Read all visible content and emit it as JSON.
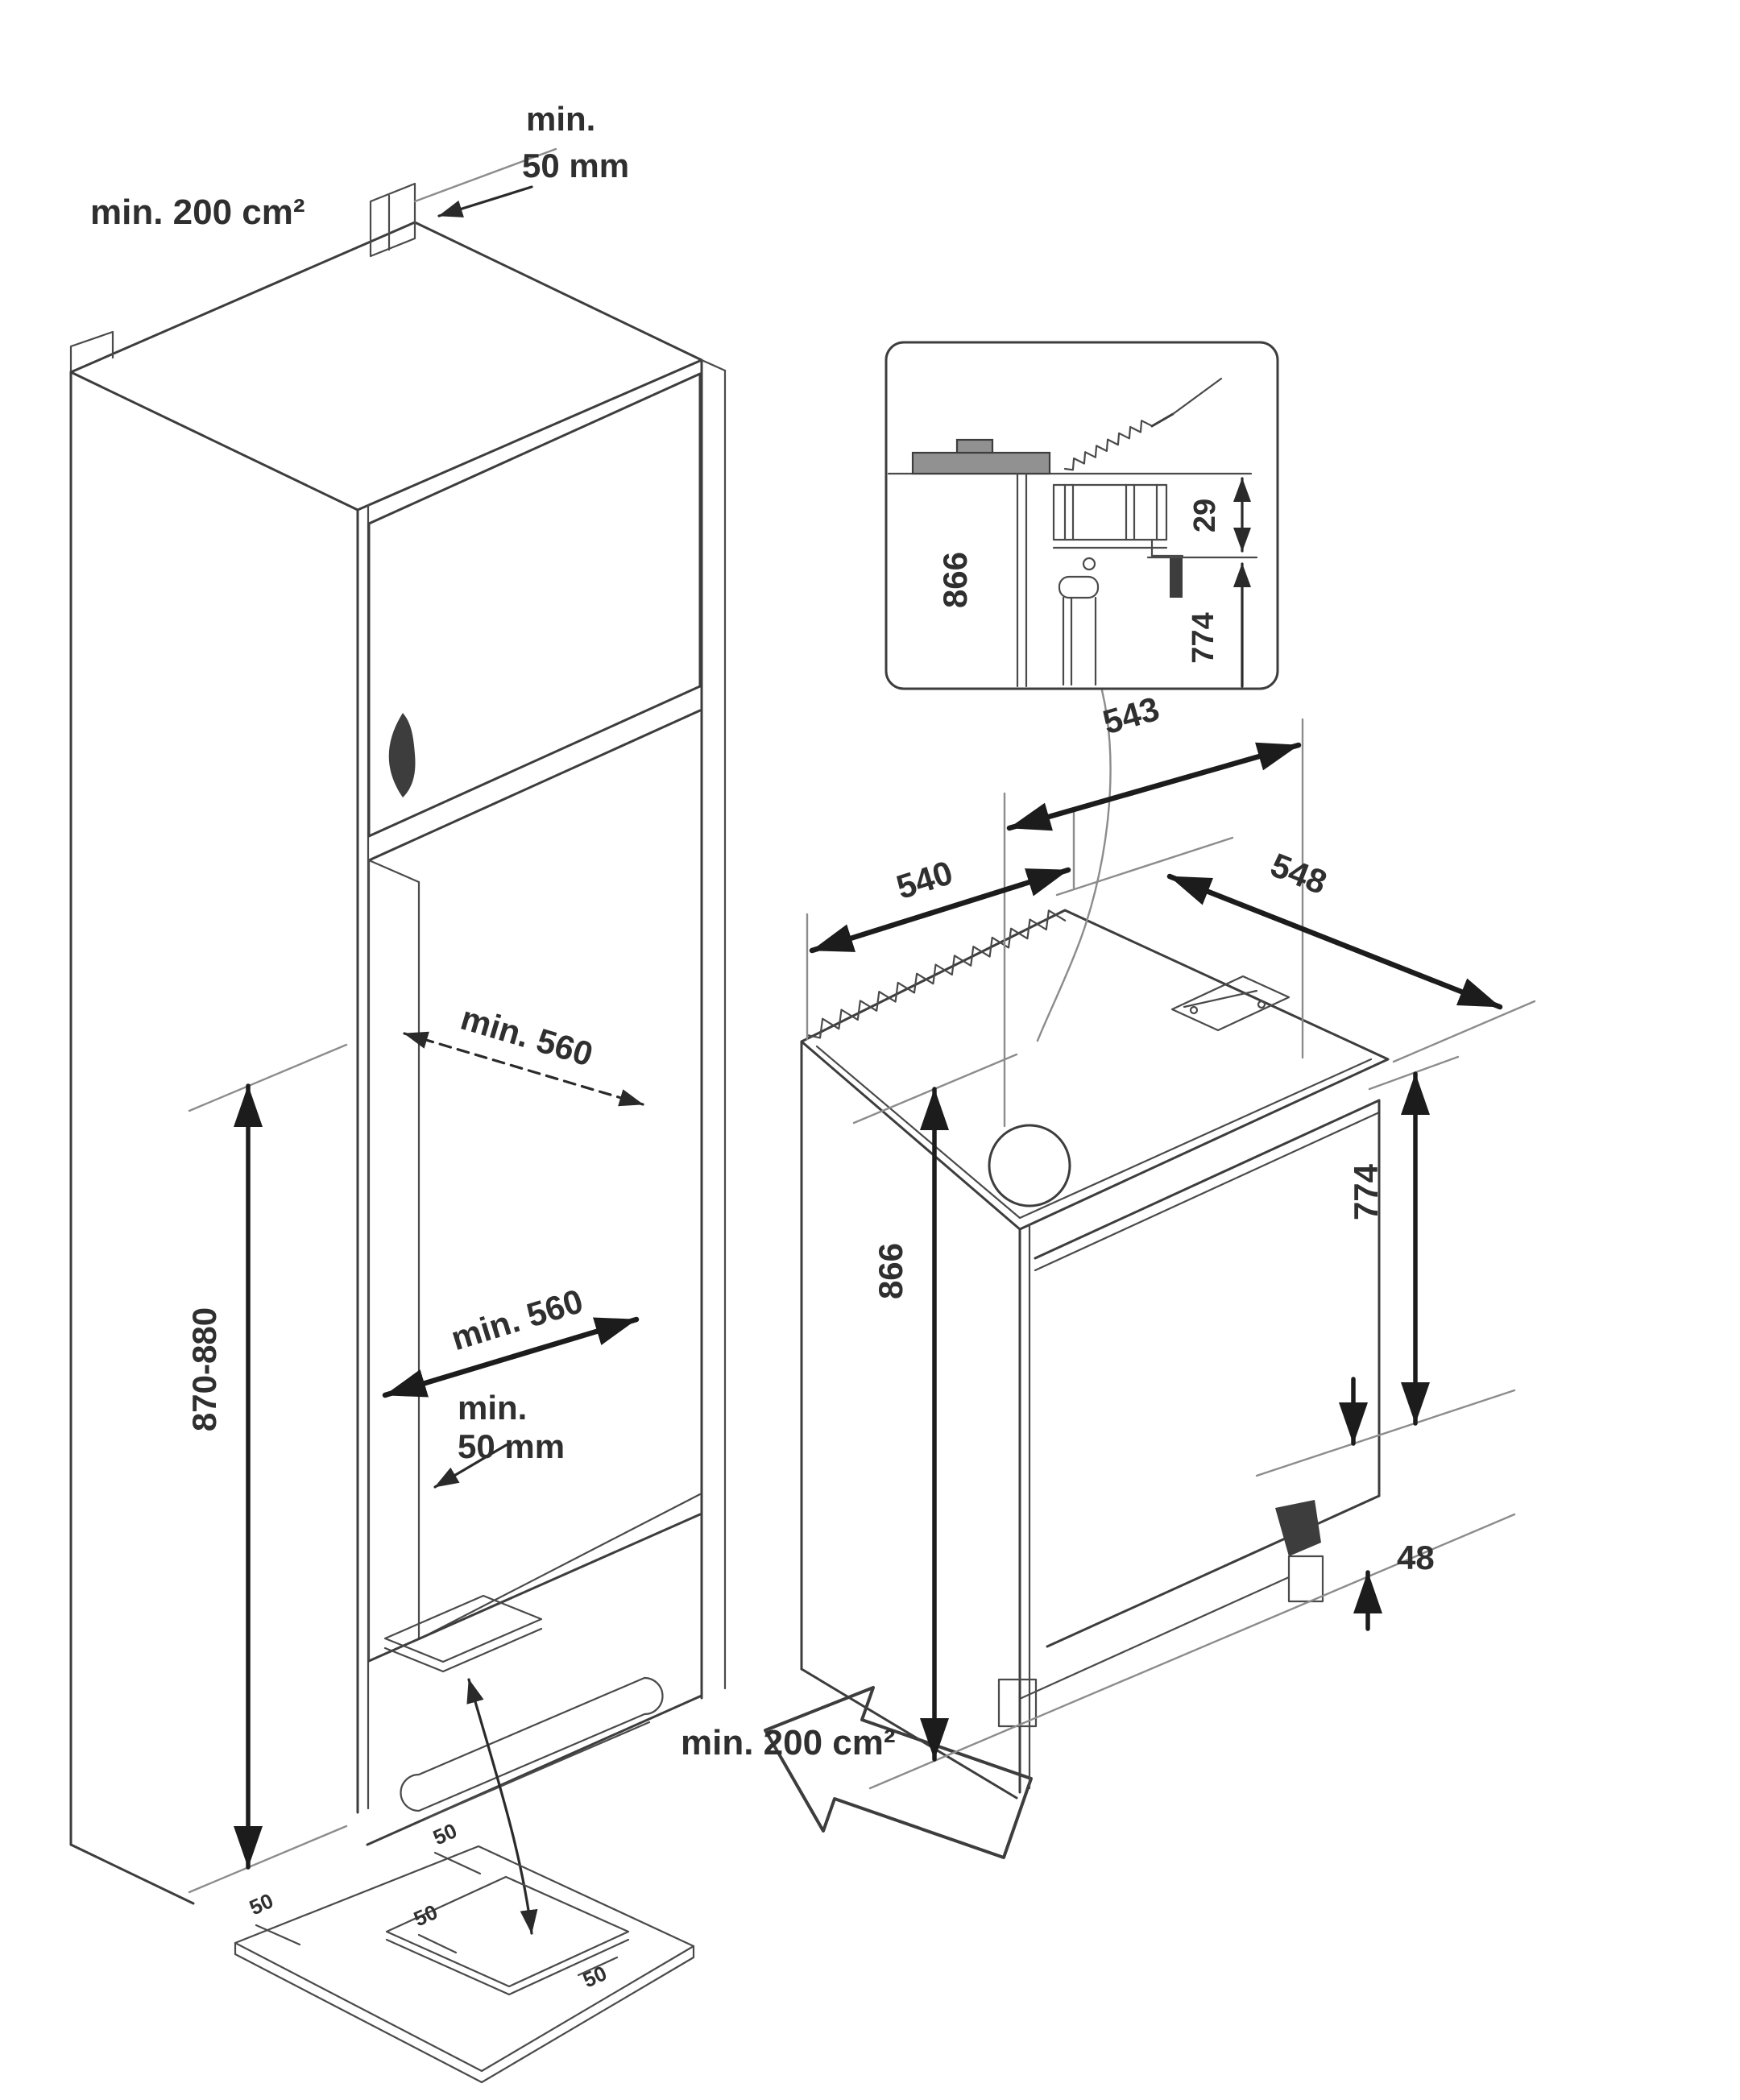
{
  "diagram_title_hidden": "",
  "colors": {
    "background": "#ffffff",
    "line": "#3d3d3d",
    "dimension_line": "#1c1c1c",
    "extension_line": "#8c8c8c",
    "text": "#2f2f2f",
    "gray_fill": "#919191"
  },
  "cabinet": {
    "top_vent_area_label": "min. 200 cm²",
    "top_gap_label_line1": "min.",
    "top_gap_label_line2": "50 mm",
    "niche_depth_top_label": "min. 560",
    "niche_height_label": "870-880",
    "niche_depth_front_label": "min. 560",
    "bottom_gap_label_line1": "min.",
    "bottom_gap_label_line2": "50 mm",
    "bottom_vent_area_label": "min. 200 cm²",
    "plinth_dim_1": "50",
    "plinth_dim_2": "50",
    "plinth_dim_3": "50",
    "plinth_dim_4": "50"
  },
  "appliance": {
    "overall_width_label": "543",
    "cabinet_width_label": "540",
    "depth_label": "548",
    "height_label": "866",
    "door_height_label": "774",
    "base_gap_label": "48"
  },
  "inset": {
    "niche_height_label": "866",
    "top_clearance_label": "29",
    "door_height_label": "774"
  }
}
